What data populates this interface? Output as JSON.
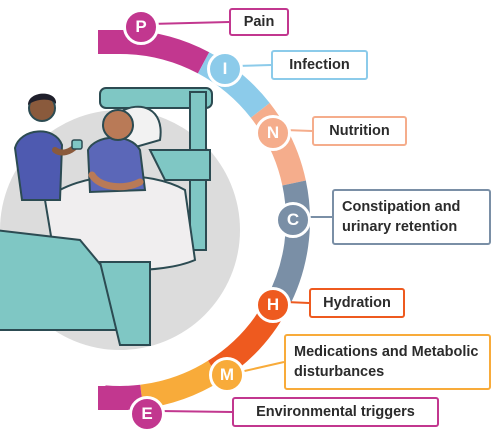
{
  "items": [
    {
      "letter": "P",
      "label": "Pain",
      "color": "#c2378f"
    },
    {
      "letter": "I",
      "label": "Infection",
      "color": "#8ccbea"
    },
    {
      "letter": "N",
      "label": "Nutrition",
      "color": "#f5ad8c"
    },
    {
      "letter": "C",
      "label": "Constipation and urinary retention",
      "color": "#7a8fa6"
    },
    {
      "letter": "H",
      "label": "Hydration",
      "color": "#ee5a1f"
    },
    {
      "letter": "M",
      "label": "Medications and Metabolic disturbances",
      "color": "#f8ab3a"
    },
    {
      "letter": "E",
      "label": "Environmental triggers",
      "color": "#c2378f"
    }
  ]
}
